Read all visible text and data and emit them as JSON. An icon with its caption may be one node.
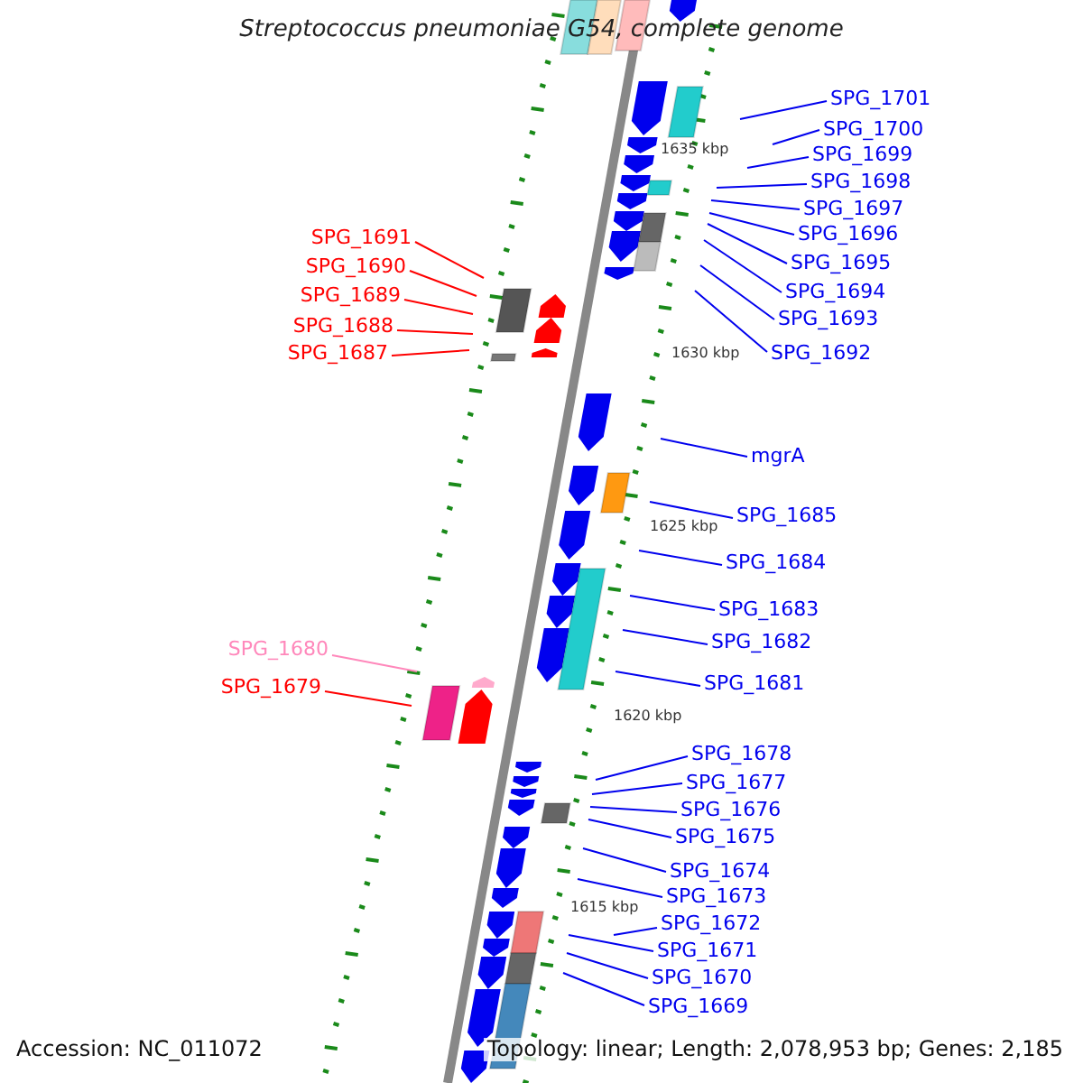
{
  "diagram": {
    "title": "Streptococcus pneumoniae G54, complete genome",
    "nodes": [
      {
        "text": [
          "SPG_1701"
        ]
      },
      {
        "text": [
          "SPG_1700"
        ]
      },
      {
        "text": [
          "SPG_1699"
        ]
      },
      {
        "text": [
          "SPG_1698"
        ]
      },
      {
        "text": [
          "SPG_1697"
        ]
      },
      {
        "text": [
          "SPG_1696"
        ]
      },
      {
        "text": [
          "SPG_1695"
        ]
      },
      {
        "text": [
          "SPG_1694"
        ]
      },
      {
        "text": [
          "SPG_1693"
        ]
      },
      {
        "text": [
          "SPG_1692"
        ]
      },
      {
        "text": [
          "SPG_1691"
        ]
      },
      {
        "text": [
          "SPG_1690"
        ]
      },
      {
        "text": [
          "SPG_1689"
        ]
      },
      {
        "text": [
          "SPG_1688"
        ]
      },
      {
        "text": [
          "SPG_1687"
        ]
      },
      {
        "text": [
          "mgrA"
        ]
      },
      {
        "text": [
          "SPG_1685"
        ]
      },
      {
        "text": [
          "SPG_1684"
        ]
      },
      {
        "text": [
          "SPG_1683"
        ]
      },
      {
        "text": [
          "SPG_1682"
        ]
      },
      {
        "text": [
          "SPG_1681"
        ]
      },
      {
        "text": [
          "SPG_1680"
        ]
      },
      {
        "text": [
          "SPG_1679"
        ]
      },
      {
        "text": [
          "SPG_1678"
        ]
      },
      {
        "text": [
          "SPG_1677"
        ]
      },
      {
        "text": [
          "SPG_1676"
        ]
      },
      {
        "text": [
          "SPG_1675"
        ]
      },
      {
        "text": [
          "SPG_1674"
        ]
      },
      {
        "text": [
          "SPG_1673"
        ]
      },
      {
        "text": [
          "SPG_1672"
        ]
      },
      {
        "text": [
          "SPG_1671"
        ]
      },
      {
        "text": [
          "SPG_1670"
        ]
      },
      {
        "text": [
          "SPG_1669"
        ]
      }
    ],
    "edges": [
      {
        "from": 0,
        "to": null,
        "arrow": "none"
      },
      {
        "from": 1,
        "to": null,
        "arrow": "none"
      },
      {
        "from": 2,
        "to": null,
        "arrow": "none"
      },
      {
        "from": 3,
        "to": null,
        "arrow": "none"
      },
      {
        "from": 4,
        "to": null,
        "arrow": "none"
      },
      {
        "from": 5,
        "to": null,
        "arrow": "none"
      },
      {
        "from": 6,
        "to": null,
        "arrow": "none"
      },
      {
        "from": 7,
        "to": null,
        "arrow": "none"
      },
      {
        "from": 8,
        "to": null,
        "arrow": "none"
      },
      {
        "from": 9,
        "to": null,
        "arrow": "none"
      },
      {
        "from": 10,
        "to": null,
        "arrow": "none",
        "color": "#ff0000"
      },
      {
        "from": 11,
        "to": null,
        "arrow": "none",
        "color": "#ff0000"
      },
      {
        "from": 12,
        "to": null,
        "arrow": "none",
        "color": "#ff0000"
      },
      {
        "from": 13,
        "to": null,
        "arrow": "none",
        "color": "#ff0000"
      },
      {
        "from": 14,
        "to": null,
        "arrow": "none",
        "color": "#ff0000"
      },
      {
        "from": 15,
        "to": null,
        "arrow": "none"
      },
      {
        "from": 16,
        "to": null,
        "arrow": "none"
      },
      {
        "from": 17,
        "to": null,
        "arrow": "none"
      },
      {
        "from": 18,
        "to": null,
        "arrow": "none"
      },
      {
        "from": 19,
        "to": null,
        "arrow": "none"
      },
      {
        "from": 20,
        "to": null,
        "arrow": "none"
      },
      {
        "from": 21,
        "to": null,
        "arrow": "none",
        "color": "#ff88bb"
      },
      {
        "from": 22,
        "to": null,
        "arrow": "none",
        "color": "#ff0000"
      },
      {
        "from": 23,
        "to": null,
        "arrow": "none"
      },
      {
        "from": 24,
        "to": null,
        "arrow": "none"
      },
      {
        "from": 25,
        "to": null,
        "arrow": "none"
      },
      {
        "from": 26,
        "to": null,
        "arrow": "none"
      },
      {
        "from": 27,
        "to": null,
        "arrow": "none"
      },
      {
        "from": 28,
        "to": null,
        "arrow": "none"
      },
      {
        "from": 29,
        "to": null,
        "arrow": "none"
      },
      {
        "from": 30,
        "to": null,
        "arrow": "none"
      },
      {
        "from": 31,
        "to": null,
        "arrow": "none"
      },
      {
        "from": 32,
        "to": null,
        "arrow": "none"
      }
    ],
    "labels": [
      "1635 kbp",
      "1630 kbp",
      "1625 kbp",
      "1620 kbp",
      "1615 kbp",
      "Accession: NC_011072",
      "Topology: linear; Length: 2,078,953 bp; Genes: 2,185"
    ]
  }
}
